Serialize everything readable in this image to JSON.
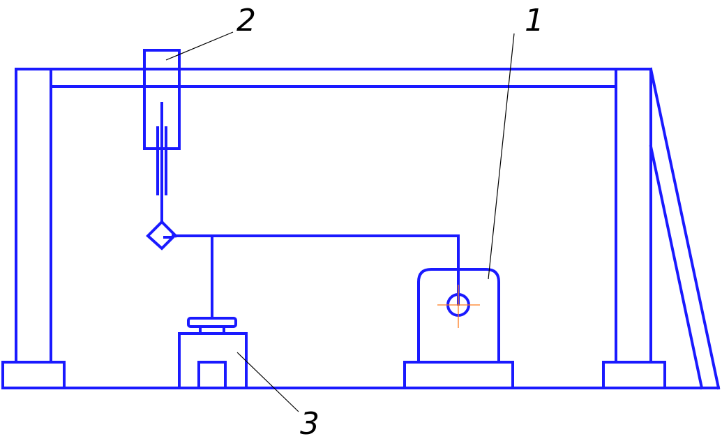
{
  "diagram": {
    "callouts": [
      {
        "id": "1",
        "label": "1"
      },
      {
        "id": "2",
        "label": "2"
      },
      {
        "id": "3",
        "label": "3"
      }
    ]
  },
  "colors": {
    "structure": "#1a1aff",
    "leader": "#000000",
    "centerline": "#ff7a1a",
    "background": "#ffffff"
  }
}
